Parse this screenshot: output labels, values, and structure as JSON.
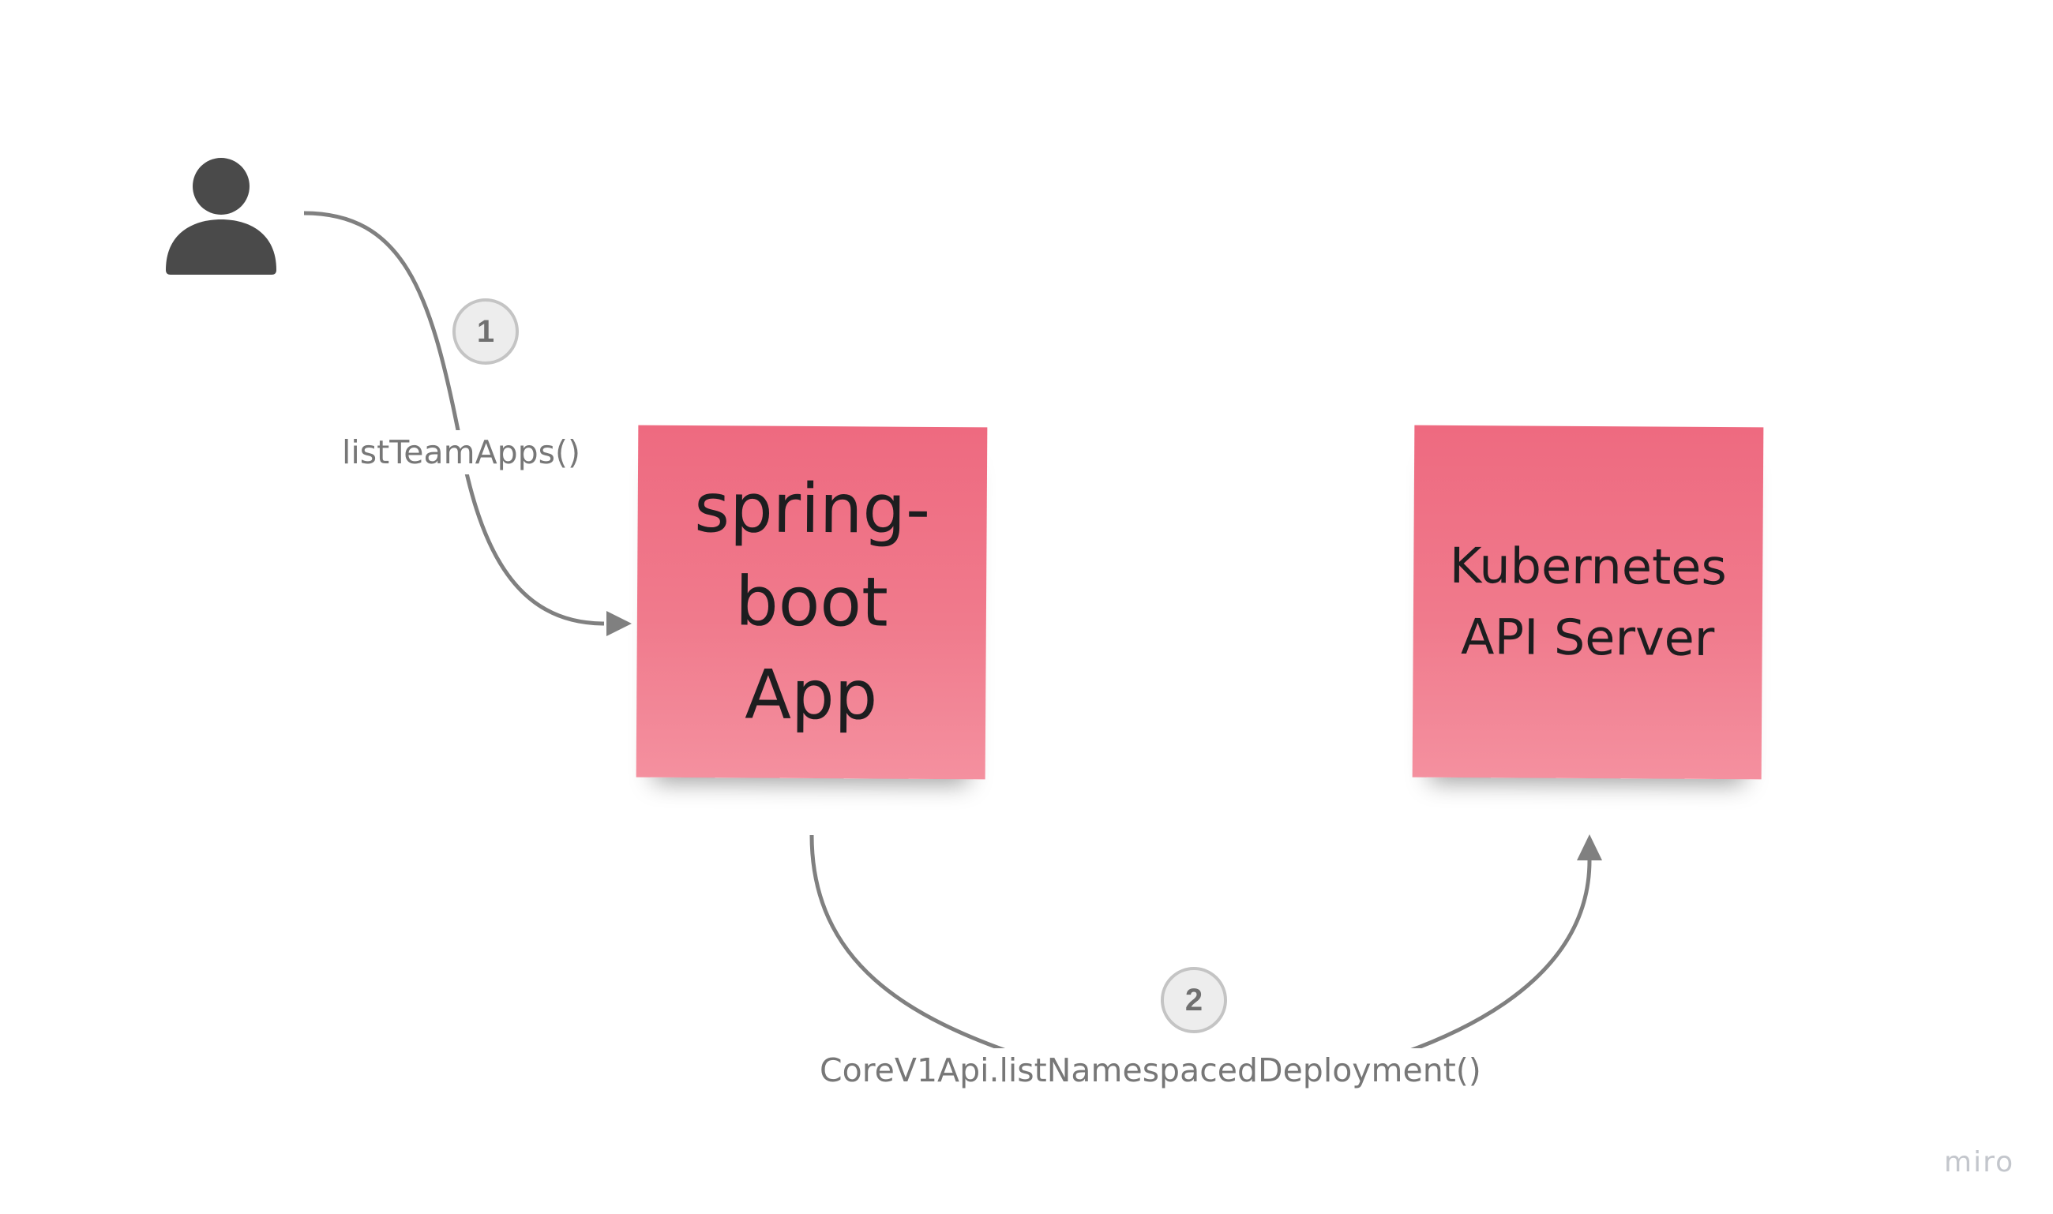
{
  "nodes": {
    "user": {
      "icon": "user-icon"
    },
    "app": {
      "label": "spring-\nboot\nApp",
      "color": "#f07a8c"
    },
    "k8s": {
      "label": "Kubernetes\nAPI Server",
      "color": "#f07a8c"
    }
  },
  "edges": [
    {
      "from": "user",
      "to": "app",
      "step": "1",
      "label": "listTeamApps()"
    },
    {
      "from": "app",
      "to": "k8s",
      "step": "2",
      "label": "CoreV1Api.listNamespacedDeployment()"
    }
  ],
  "watermark": "miro",
  "colors": {
    "connector": "#808080",
    "step_badge": "#ededed",
    "edge_text": "#777777",
    "user_icon": "#4a4a4a"
  }
}
